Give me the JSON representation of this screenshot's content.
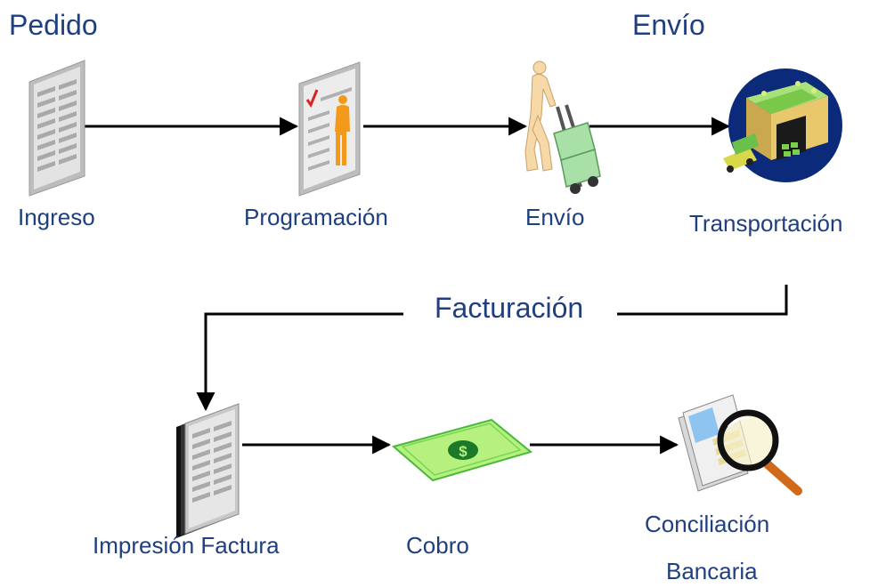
{
  "sections": {
    "pedido": "Pedido",
    "envio": "Envío",
    "facturacion": "Facturación"
  },
  "steps": {
    "ingreso": "Ingreso",
    "programacion": "Programación",
    "envio": "Envío",
    "transportacion": "Transportación",
    "impresion_factura": "Impresión Factura",
    "cobro": "Cobro",
    "conciliacion_line1": "Conciliación",
    "conciliacion_line2": "Bancaria"
  },
  "icons": {
    "ingreso": "document-icon",
    "programacion": "scheduled-document-icon",
    "envio": "person-with-hand-truck-icon",
    "transportacion": "warehouse-truck-icon",
    "impresion_factura": "invoice-stack-icon",
    "cobro": "dollar-bill-icon",
    "conciliacion": "magnifier-over-documents-icon"
  }
}
